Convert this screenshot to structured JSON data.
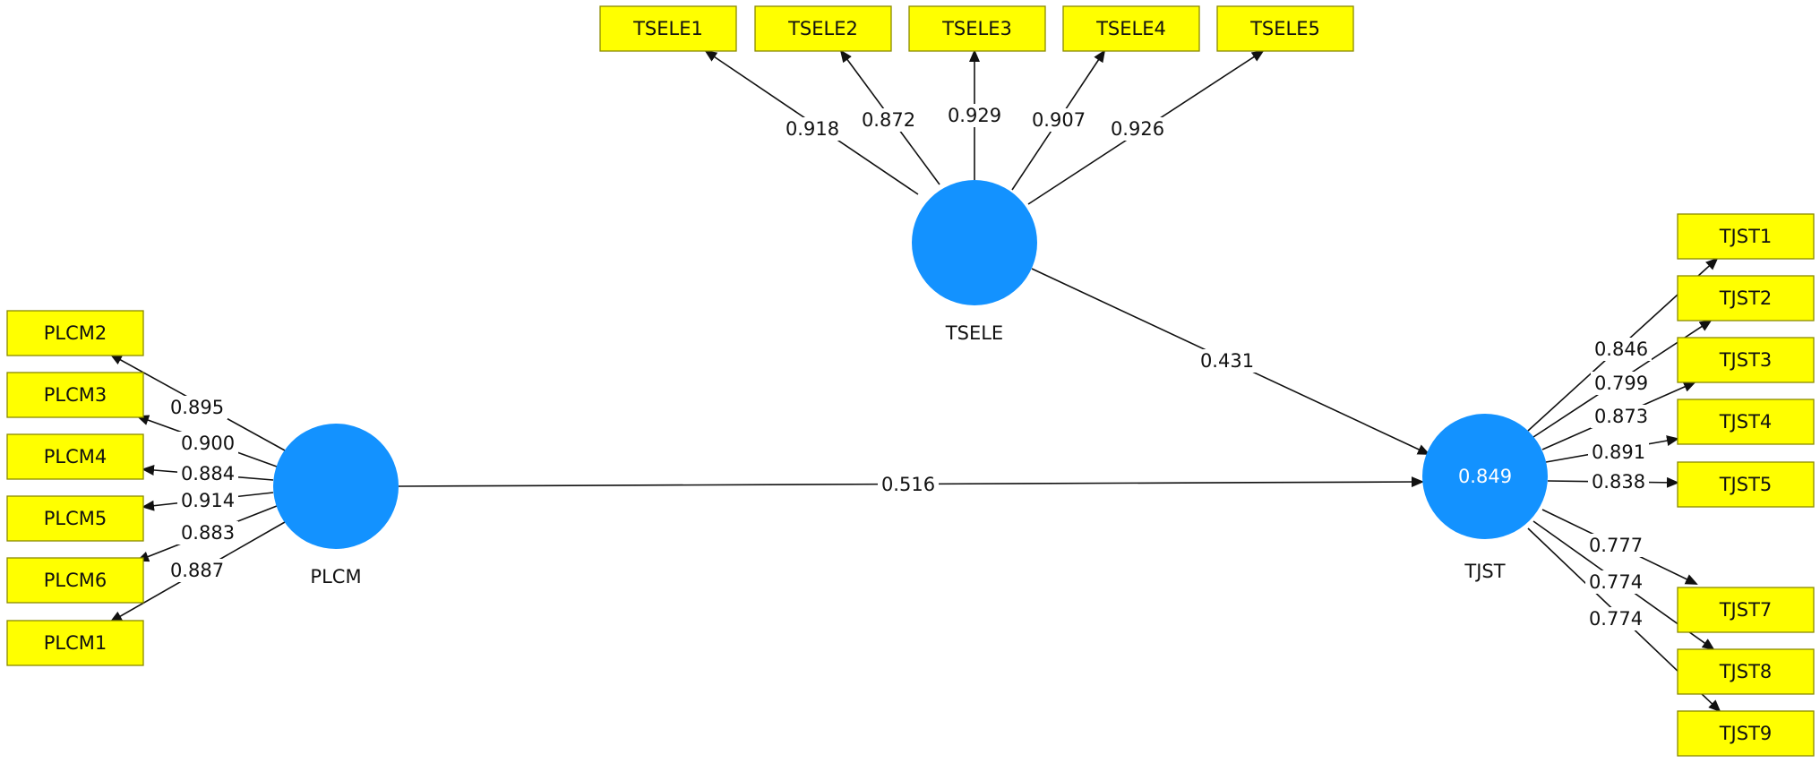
{
  "colors": {
    "construct": "#1392ff",
    "indicator": "#ffff00",
    "line": "#111111"
  },
  "constructs": [
    {
      "id": "PLCM",
      "label": "PLCM",
      "r2": ""
    },
    {
      "id": "TSELE",
      "label": "TSELE",
      "r2": ""
    },
    {
      "id": "TJST",
      "label": "TJST",
      "r2": "0.849"
    }
  ],
  "indicators": [
    {
      "id": "TSELE1",
      "label": "TSELE1",
      "construct": "TSELE",
      "loading": "0.918"
    },
    {
      "id": "TSELE2",
      "label": "TSELE2",
      "construct": "TSELE",
      "loading": "0.872"
    },
    {
      "id": "TSELE3",
      "label": "TSELE3",
      "construct": "TSELE",
      "loading": "0.929"
    },
    {
      "id": "TSELE4",
      "label": "TSELE4",
      "construct": "TSELE",
      "loading": "0.907"
    },
    {
      "id": "TSELE5",
      "label": "TSELE5",
      "construct": "TSELE",
      "loading": "0.926"
    },
    {
      "id": "PLCM2",
      "label": "PLCM2",
      "construct": "PLCM",
      "loading": "0.895"
    },
    {
      "id": "PLCM3",
      "label": "PLCM3",
      "construct": "PLCM",
      "loading": "0.900"
    },
    {
      "id": "PLCM4",
      "label": "PLCM4",
      "construct": "PLCM",
      "loading": "0.884"
    },
    {
      "id": "PLCM5",
      "label": "PLCM5",
      "construct": "PLCM",
      "loading": "0.914"
    },
    {
      "id": "PLCM6",
      "label": "PLCM6",
      "construct": "PLCM",
      "loading": "0.883"
    },
    {
      "id": "PLCM1",
      "label": "PLCM1",
      "construct": "PLCM",
      "loading": "0.887"
    },
    {
      "id": "TJST1",
      "label": "TJST1",
      "construct": "TJST",
      "loading": "0.846"
    },
    {
      "id": "TJST2",
      "label": "TJST2",
      "construct": "TJST",
      "loading": "0.799"
    },
    {
      "id": "TJST3",
      "label": "TJST3",
      "construct": "TJST",
      "loading": "0.873"
    },
    {
      "id": "TJST4",
      "label": "TJST4",
      "construct": "TJST",
      "loading": "0.891"
    },
    {
      "id": "TJST5",
      "label": "TJST5",
      "construct": "TJST",
      "loading": "0.838"
    },
    {
      "id": "TJST7",
      "label": "TJST7",
      "construct": "TJST",
      "loading": "0.777"
    },
    {
      "id": "TJST8",
      "label": "TJST8",
      "construct": "TJST",
      "loading": "0.774"
    },
    {
      "id": "TJST9",
      "label": "TJST9",
      "construct": "TJST",
      "loading": "0.774"
    }
  ],
  "paths": [
    {
      "from": "TSELE",
      "to": "TJST",
      "coefficient": "0.431"
    },
    {
      "from": "PLCM",
      "to": "TJST",
      "coefficient": "0.516"
    }
  ]
}
